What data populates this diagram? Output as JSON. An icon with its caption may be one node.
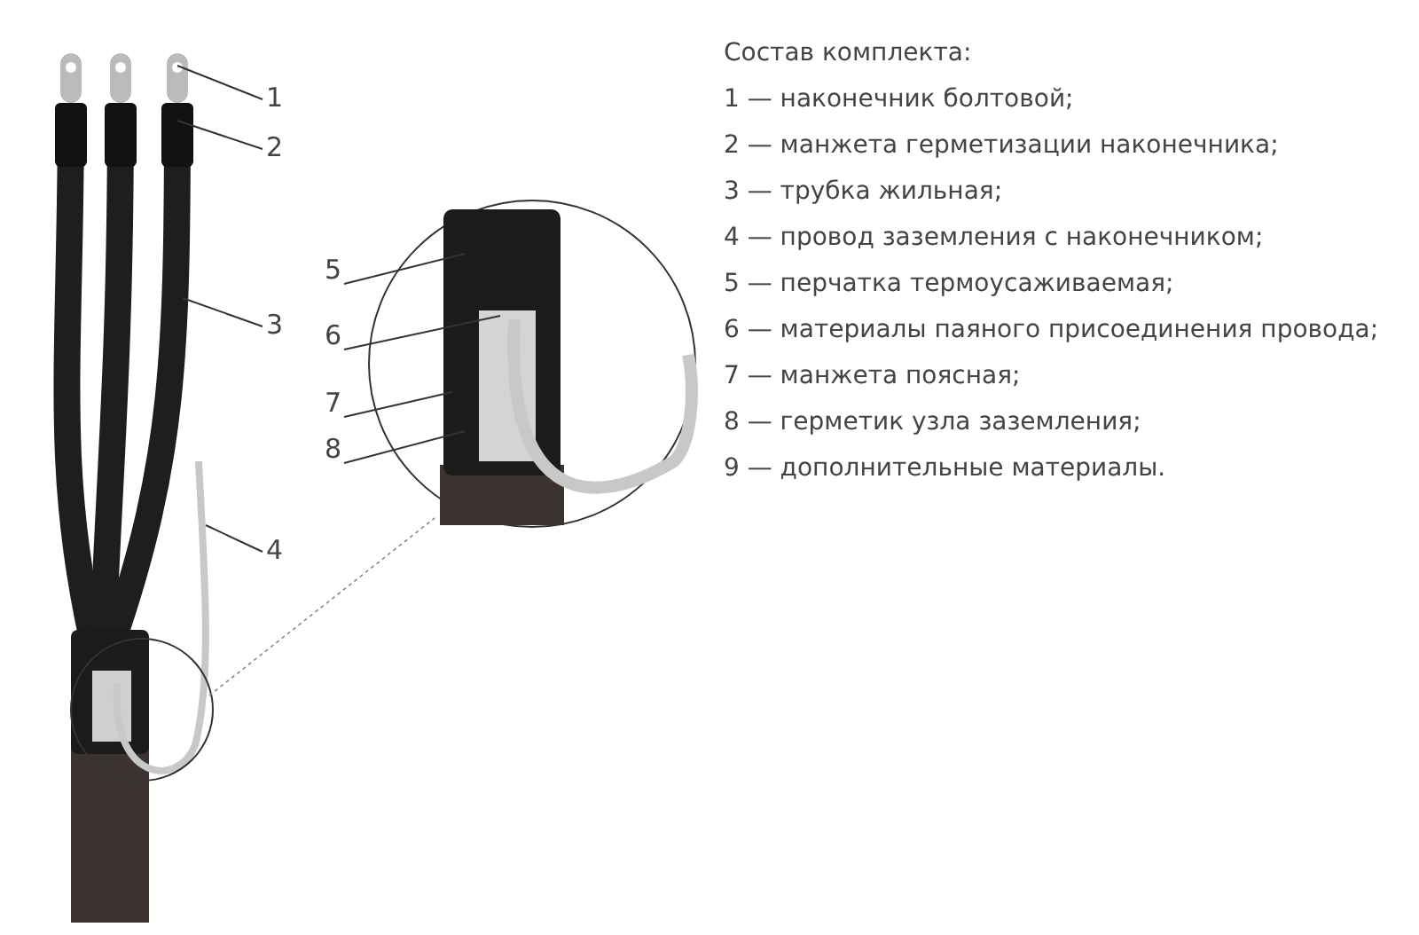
{
  "diagram": {
    "nodes": [
      {
        "text": [
          "1"
        ]
      },
      {
        "text": [
          "2"
        ]
      },
      {
        "text": [
          "3"
        ]
      },
      {
        "text": [
          "4"
        ]
      },
      {
        "text": [
          "5"
        ]
      },
      {
        "text": [
          "6"
        ]
      },
      {
        "text": [
          "7"
        ]
      },
      {
        "text": [
          "8"
        ]
      }
    ],
    "edges": [
      {
        "from": 0,
        "to": null,
        "arrow": "none"
      },
      {
        "from": 1,
        "to": null,
        "arrow": "none"
      },
      {
        "from": 2,
        "to": null,
        "arrow": "none"
      },
      {
        "from": 3,
        "to": null,
        "arrow": "none"
      },
      {
        "from": 4,
        "to": null,
        "arrow": "none"
      },
      {
        "from": 5,
        "to": null,
        "arrow": "none"
      },
      {
        "from": 6,
        "to": null,
        "arrow": "none"
      },
      {
        "from": 7,
        "to": null,
        "arrow": "none"
      }
    ],
    "labels": [
      "Состав комплекта:",
      "1 — наконечник болтовой;",
      "2 — манжета герметизации наконечника;",
      "3 — трубка жильная;",
      "4 — провод заземления с наконечником;",
      "5 — перчатка термоусаживаемая;",
      "6 — материалы паяного присоединения провода;",
      "7 — манжета поясная;",
      "8 — герметик узла заземления;",
      "9 — дополнительные материалы."
    ]
  }
}
